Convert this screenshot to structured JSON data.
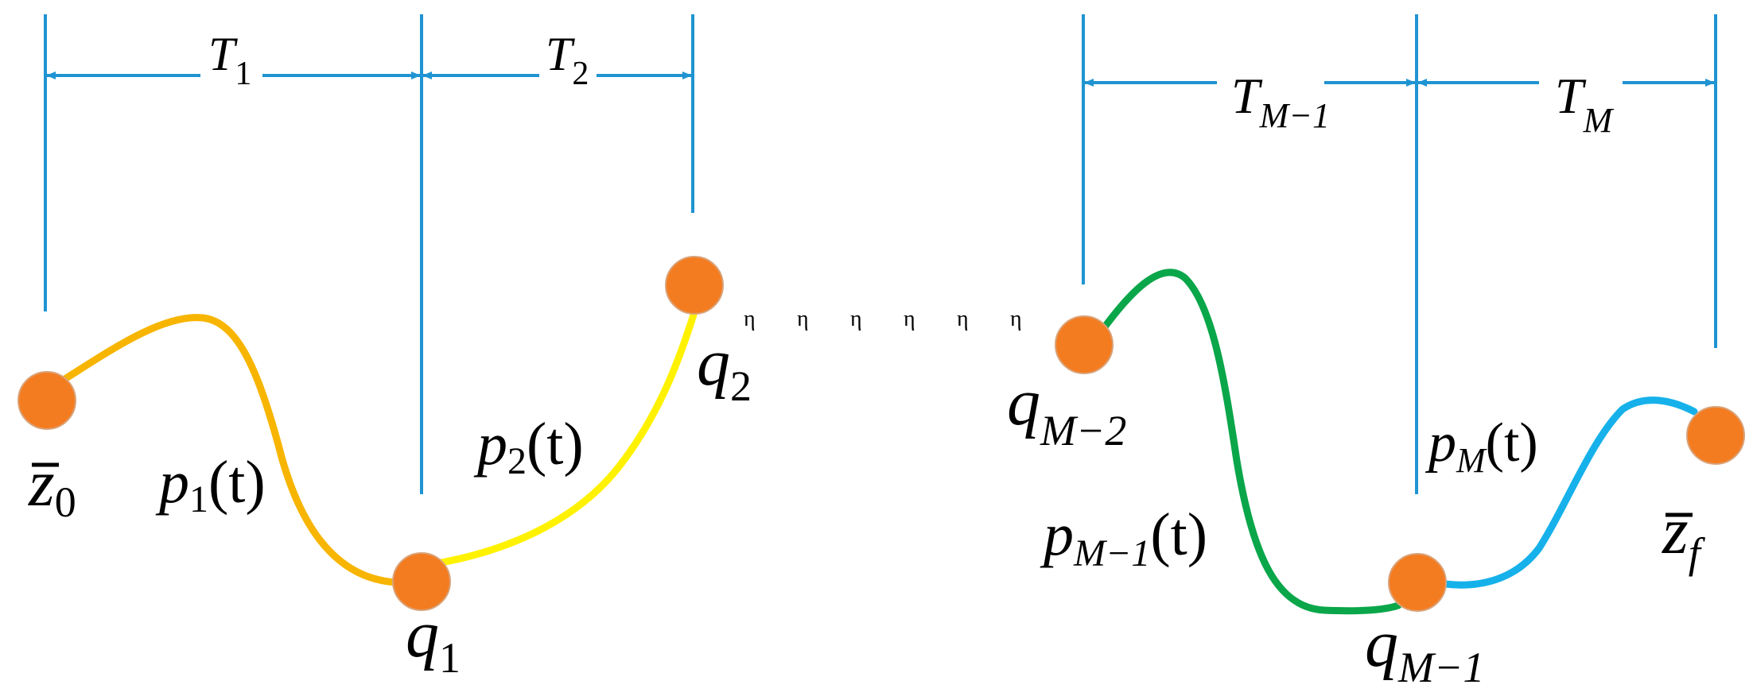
{
  "colors": {
    "guide": "#1f94d2",
    "node": "#f47c20",
    "node_stroke": "#d9a37a",
    "p1": "#f7b500",
    "p2": "#fff200",
    "pM1": "#0aa64a",
    "pM": "#16b1ea",
    "text": "#000000"
  },
  "intervals": {
    "T1": {
      "base": "T",
      "sub": "1"
    },
    "T2": {
      "base": "T",
      "sub": "2"
    },
    "TM1": {
      "base": "T",
      "sub": "M−1"
    },
    "TM": {
      "base": "T",
      "sub": "M"
    }
  },
  "points": {
    "z0": {
      "base": "z",
      "sub": "0"
    },
    "q1": {
      "base": "q",
      "sub": "1"
    },
    "q2": {
      "base": "q",
      "sub": "2"
    },
    "qM2": {
      "base": "q",
      "sub": "M−2"
    },
    "qM1": {
      "base": "q",
      "sub": "M−1"
    },
    "zf": {
      "base": "z",
      "sub": "f"
    }
  },
  "segments": {
    "p1": {
      "base": "p",
      "sub": "1",
      "arg": "(t)"
    },
    "p2": {
      "base": "p",
      "sub": "2",
      "arg": "(t)"
    },
    "pM1": {
      "base": "p",
      "sub": "M−1",
      "arg": "(t)"
    },
    "pM": {
      "base": "p",
      "sub": "M",
      "arg": "(t)"
    }
  },
  "ellipsis": [
    "η",
    "η",
    "η",
    "η",
    "η",
    "η"
  ]
}
